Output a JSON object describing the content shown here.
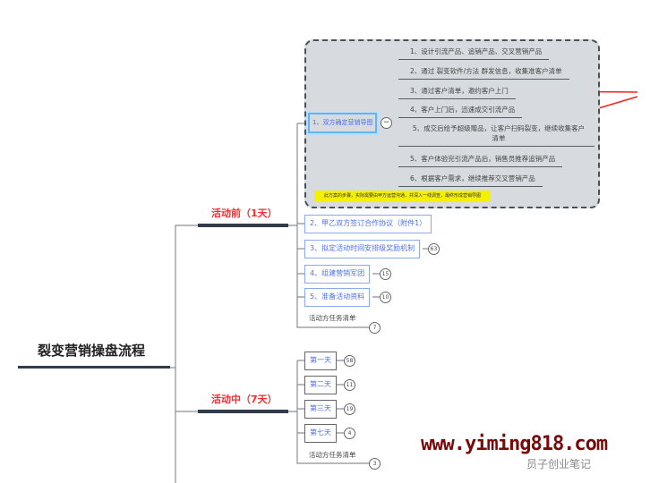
{
  "root_title": "裂变营销操盘流程",
  "phases": [
    {
      "label": "活动前（1天）",
      "group": {
        "node": "1、双方确定营销导图",
        "items": [
          "1、设计引流产品、追销产品、交叉营销产品",
          "2、通过 裂变软件/方法 群发信息，收集准客户清单",
          "3、通过客户清单，邀约客户上门",
          "4、客户上门后，迅速成交引流产品",
          "5、成交后给予超级赠品，让客户扫码裂变，继续收集客户清单",
          "5、客户体验完引流产品后，销售员推荐追销产品",
          "6、根据客户需求，继续推荐交叉营销产品"
        ],
        "note": "此方案的步骤，实际需要由甲方运营沟通，并深入一线调查，最终形成营销导图"
      },
      "nodes": [
        {
          "label": "2、甲乙双方签订合作协议（附件1）",
          "count": ""
        },
        {
          "label": "3、拟定活动时间安排级奖励机制",
          "count": "63"
        },
        {
          "label": "4、组建营销军团",
          "count": "15"
        },
        {
          "label": "5、准备活动资料",
          "count": "10"
        }
      ],
      "task_list": {
        "label": "活动方任务清单",
        "count": "7"
      }
    },
    {
      "label": "活动中（7天）",
      "nodes": [
        {
          "label": "第一天",
          "count": "58"
        },
        {
          "label": "第二天",
          "count": "11"
        },
        {
          "label": "第三天",
          "count": "19"
        },
        {
          "label": "第七天",
          "count": "4"
        }
      ],
      "task_list": {
        "label": "活动方任务清单",
        "count": "3"
      }
    }
  ],
  "watermark": {
    "url": "www.yiming818.com",
    "account": "员子创业笔记"
  },
  "colors": {
    "phase": "#ff2a2a",
    "node_text": "#4f6ff0",
    "arrow": "#ff2020",
    "note": "#f5f000"
  }
}
